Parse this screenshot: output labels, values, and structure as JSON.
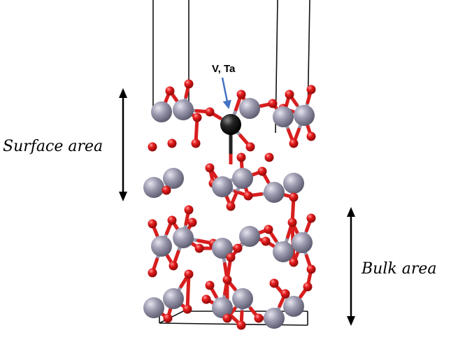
{
  "labels": {
    "dopant": "V, Ta",
    "surface": "Surface area",
    "bulk": "Bulk area"
  },
  "colors": {
    "metal_atom": "#8f8da3",
    "oxygen_atom": "#e21a1a",
    "dopant_atom": "#1a1a1a",
    "bond_metal": "#9a98ab",
    "bond_oxygen": "#d81e1e",
    "cell_edge": "#111111",
    "pointer_arrow": "#4472c4",
    "region_arrow": "#000000"
  }
}
